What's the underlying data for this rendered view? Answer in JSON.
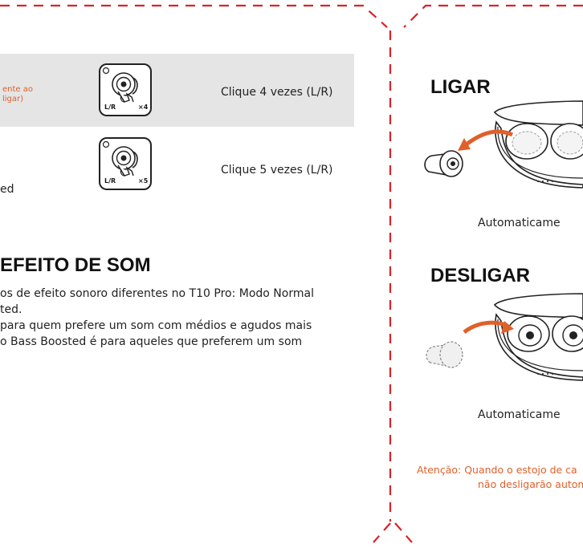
{
  "gesture_table": {
    "row1": {
      "description_fragment_line1": "ente ao",
      "description_fragment_line2": "ligar)",
      "icon": "earbud-tap-gesture-icon",
      "icon_side_label": "L/R",
      "icon_count_label": "×4",
      "action": "Clique 4 vezes (L/R)"
    },
    "row2": {
      "description_fragment": "ed",
      "icon": "earbud-tap-gesture-icon",
      "icon_side_label": "L/R",
      "icon_count_label": "×5",
      "action": "Clique 5 vezes (L/R)"
    }
  },
  "sound_effect": {
    "heading": "EFEITO DE SOM",
    "lines": [
      "os de efeito sonoro diferentes no T10 Pro: Modo Normal",
      "ted.",
      "para quem prefere um som com médios e agudos mais",
      "o Bass Boosted é para aqueles que preferem um som"
    ]
  },
  "power_on": {
    "title": "LIGAR",
    "caption": "Automaticame"
  },
  "power_off": {
    "title": "DESLIGAR",
    "caption": "Automaticame"
  },
  "note": {
    "line1": "Atenção: Quando o estojo de ca",
    "line2": "não desligarão autom"
  },
  "colors": {
    "accent": "#e0602a",
    "divider": "#d8232a",
    "row_highlight": "#e5e5e5"
  }
}
